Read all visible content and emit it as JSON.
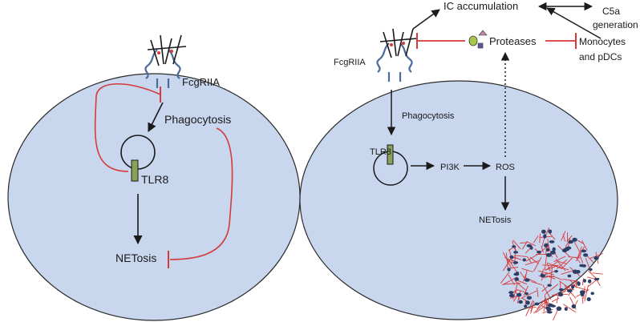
{
  "colors": {
    "cell_fill": "#c8d6ee",
    "cell_stroke": "#2b2b2b",
    "receptor": "#4a6b9a",
    "tlr8": "#8aa15a",
    "inhibit": "#d63a3a",
    "arrow": "#1a1a1a",
    "net_red": "#d63a3a",
    "net_blue": "#2d3e66"
  },
  "left": {
    "receptor_label": "FcgRIIA",
    "phagocytosis_label": "Phagocytosis",
    "tlr8_label": "TLR8",
    "netosis_label": "NETosis"
  },
  "right": {
    "receptor_label": "FcgRIIA",
    "phagocytosis_label": "Phagocytosis",
    "tlr8_label": "TLR8",
    "pi3k_label": "PI3K",
    "ros_label": "ROS",
    "netosis_label": "NETosis",
    "ic_label": "IC accumulation",
    "c5a_line1": "C5a",
    "c5a_line2": "generation",
    "proteases_label": "Proteases",
    "monocytes_line1": "Monocytes",
    "monocytes_line2": "and pDCs"
  }
}
